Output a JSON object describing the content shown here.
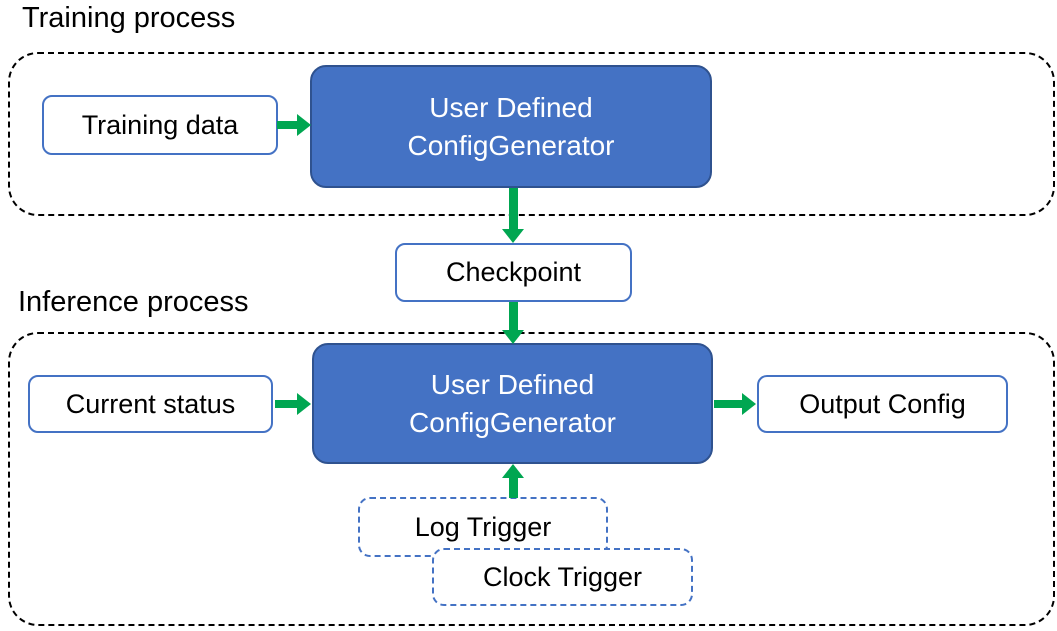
{
  "training": {
    "label": "Training process",
    "input_box": "Training data",
    "generator_line1": "User Defined",
    "generator_line2": "ConfigGenerator"
  },
  "checkpoint": {
    "label": "Checkpoint"
  },
  "inference": {
    "label": "Inference process",
    "input_box": "Current status",
    "generator_line1": "User Defined",
    "generator_line2": "ConfigGenerator",
    "output_box": "Output Config",
    "log_trigger": "Log Trigger",
    "clock_trigger": "Clock Trigger"
  },
  "colors": {
    "generator_fill": "#4472C4",
    "generator_border": "#2F528F",
    "box_border": "#4472C4",
    "trigger_border": "#4472C4",
    "arrow_green": "#00A651",
    "container_border": "#000000",
    "text_dark": "#000000",
    "text_light": "#FFFFFF"
  }
}
